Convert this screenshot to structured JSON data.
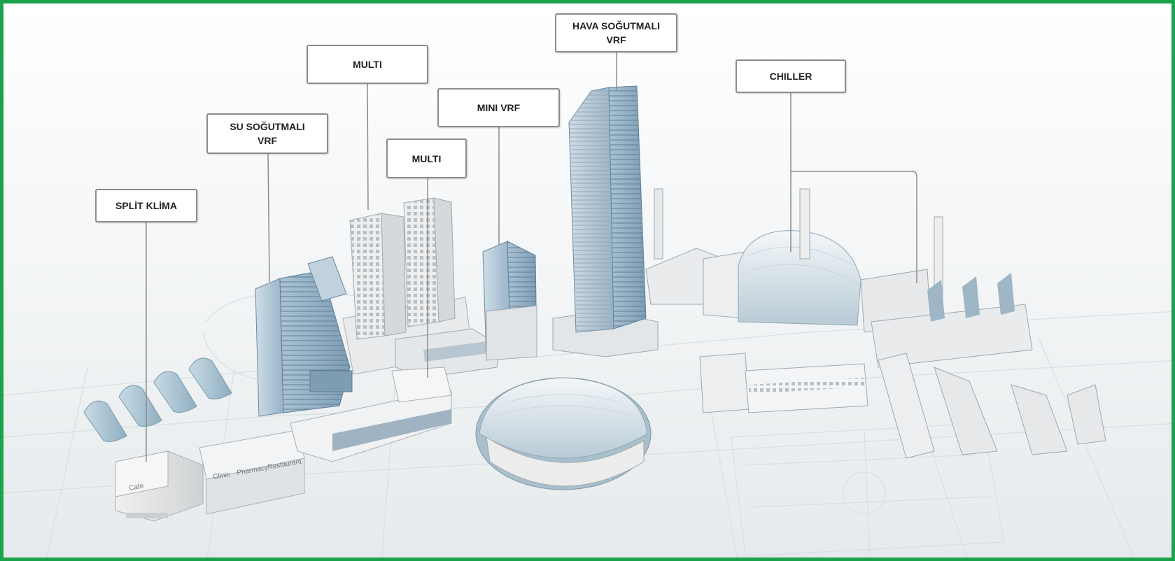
{
  "diagram": {
    "frame_color": "#1aa34a",
    "callouts": [
      {
        "id": "split-klima",
        "label": "SPLİT KLİMA"
      },
      {
        "id": "su-sogutmali-vrf",
        "label": "SU SOĞUTMALI\nVRF"
      },
      {
        "id": "multi-tall",
        "label": "MULTI"
      },
      {
        "id": "multi-small",
        "label": "MULTI"
      },
      {
        "id": "mini-vrf",
        "label": "MINI VRF"
      },
      {
        "id": "hava-sogutmali-vrf",
        "label": "HAVA SOĞUTMALI\nVRF"
      },
      {
        "id": "chiller",
        "label": "CHILLER"
      }
    ],
    "building_signs": {
      "cafe": "Cafe",
      "pharmacy": "Pharmacy",
      "clinic": "Clinic",
      "restaurant": "Restaurant"
    }
  }
}
